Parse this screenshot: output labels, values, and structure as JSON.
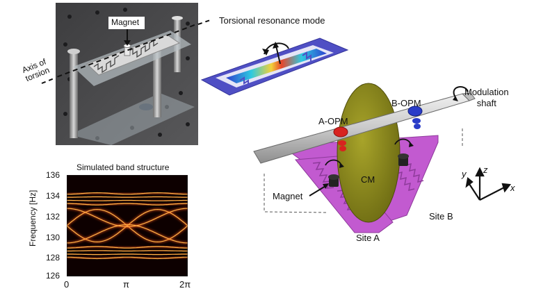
{
  "photo": {
    "magnet_label": "Magnet",
    "axis_label_line1": "Axis of",
    "axis_label_line2": "torsion"
  },
  "mode": {
    "title": "Torsional resonance mode"
  },
  "band_plot": {
    "title": "Simulated band structure",
    "ylabel": "Frequency [Hz]",
    "yticks": [
      "136",
      "134",
      "132",
      "130",
      "128",
      "126"
    ],
    "xticks": [
      "0",
      "π",
      "2π"
    ]
  },
  "apparatus": {
    "modulation_line1": "Modulation",
    "modulation_line2": "shaft",
    "a_opm": "A-OPM",
    "b_opm": "B-OPM",
    "cm": "CM",
    "magnet": "Magnet",
    "site_a": "Site A",
    "site_b": "Site B",
    "axis_y": "y",
    "axis_z": "z",
    "axis_x": "x"
  },
  "colors": {
    "plate_blue": "#4f4fc4",
    "site_magenta": "#c25ad0",
    "disk_olive": "#8c8a1a",
    "opm_a_red": "#d8231f",
    "opm_b_blue": "#2a3cc8",
    "band_bg": "#0d0000",
    "band_line": "#ffb347"
  }
}
